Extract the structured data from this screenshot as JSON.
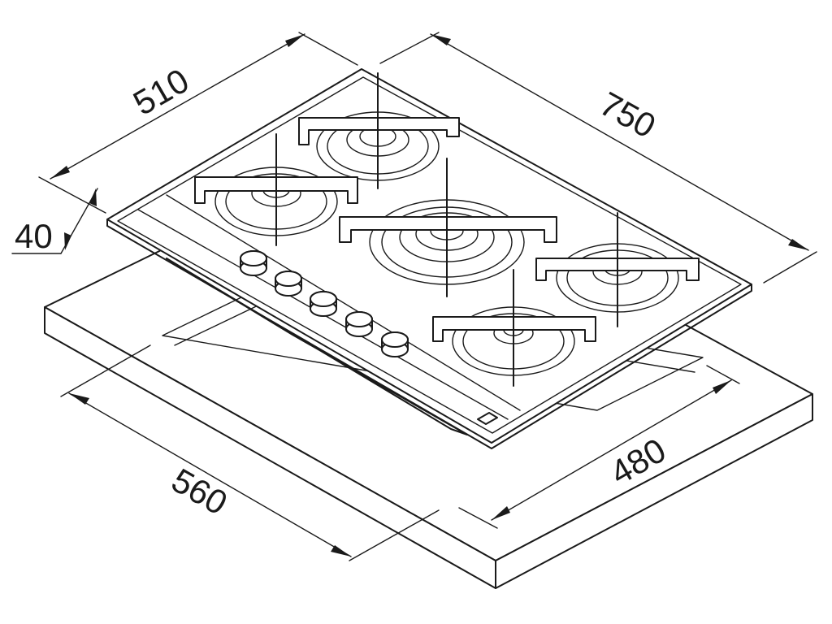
{
  "dimensions": {
    "depth": "510",
    "width": "750",
    "height": "40",
    "cutout_width": "560",
    "cutout_depth": "480"
  },
  "product": {
    "burners": 5,
    "control_knobs": 5
  },
  "colors": {
    "line": "#1a1a1a",
    "background": "#ffffff"
  }
}
